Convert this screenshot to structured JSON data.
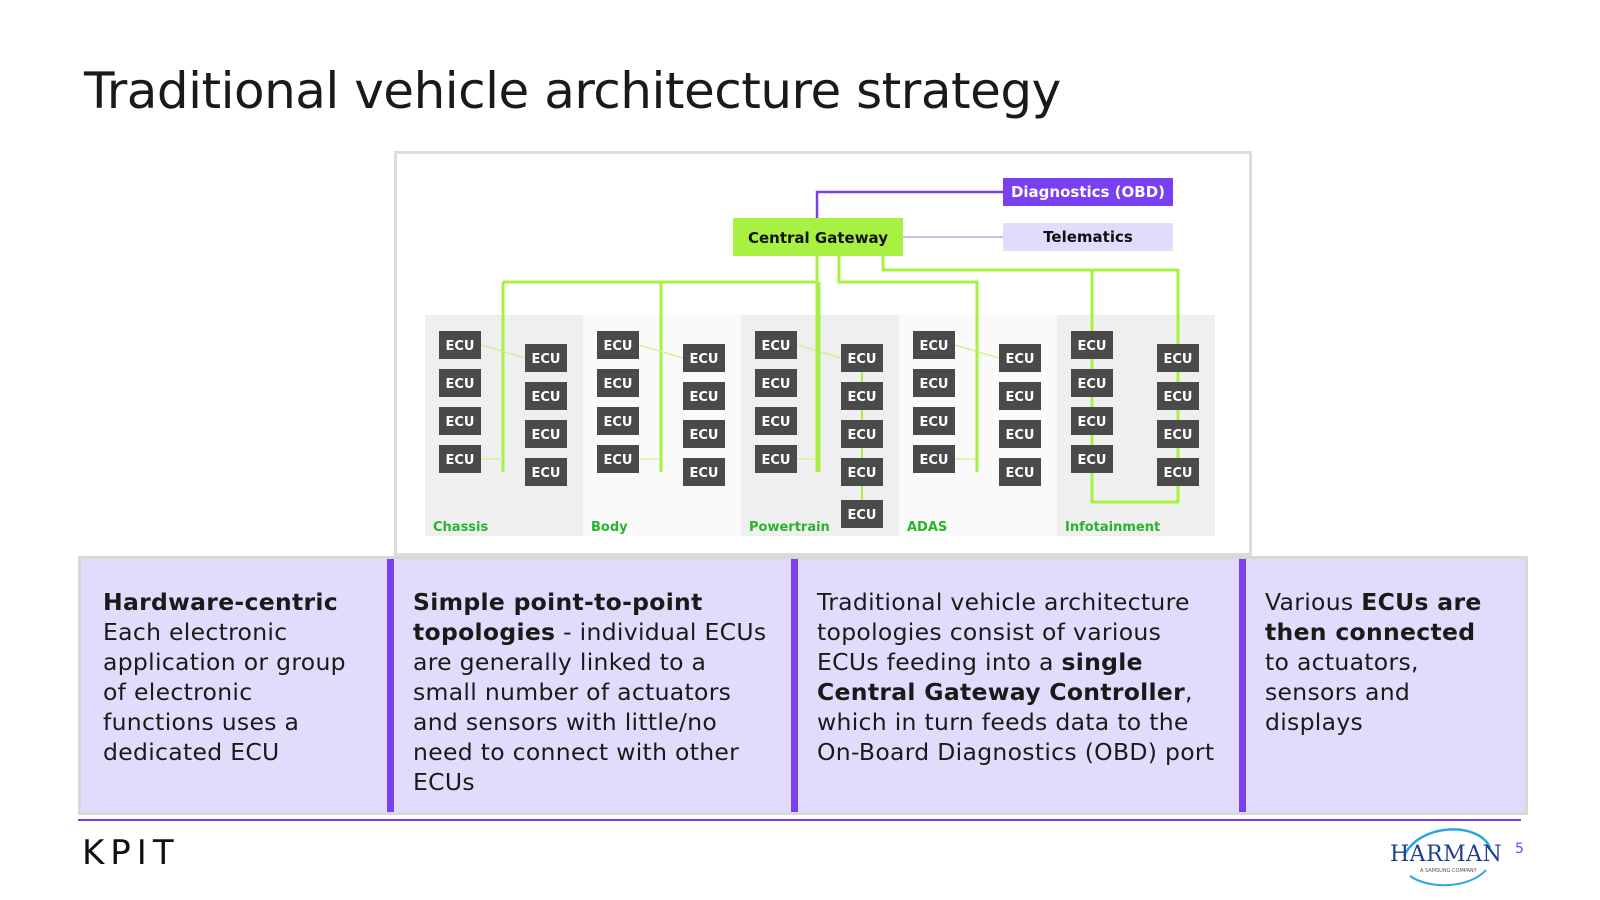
{
  "slide": {
    "title": "Traditional vehicle architecture strategy",
    "page_number": "5"
  },
  "diagram": {
    "gateway": "Central Gateway",
    "diagnostics": "Diagnostics (OBD)",
    "telematics": "Telematics",
    "ecu_label": "ECU",
    "domains": [
      {
        "name": "Chassis",
        "left_ecus": 4,
        "right_ecus": 4
      },
      {
        "name": "Body",
        "left_ecus": 4,
        "right_ecus": 4
      },
      {
        "name": "Powertrain",
        "left_ecus": 4,
        "right_ecus": 5
      },
      {
        "name": "ADAS",
        "left_ecus": 4,
        "right_ecus": 4
      },
      {
        "name": "Infotainment",
        "left_ecus": 4,
        "right_ecus": 4
      }
    ],
    "colors": {
      "bus_green": "#a8f041",
      "gateway_fill": "#a8f041",
      "obd_purple": "#7b3ff2",
      "telematics_fill": "#e3dbfb",
      "ecu_fill": "#4a4a4a",
      "domain_label": "#27b52a",
      "zone_gray": "#efefef"
    }
  },
  "panels": {
    "p1": {
      "bold": "Hardware-centric",
      "text": "Each electronic application or group of electronic functions uses a dedicated ECU"
    },
    "p2": {
      "bold": "Simple point-to-point topologies",
      "text": " - individual ECUs are generally linked to a small number of actuators and sensors with little/no need to connect with other ECUs"
    },
    "p3": {
      "pre": "Traditional vehicle architecture topologies consist of various ECUs feeding into a ",
      "bold": "single Central Gateway Controller",
      "post": ", which in turn feeds data to the On-Board Diagnostics (OBD) port"
    },
    "p4": {
      "pre": "Various ",
      "bold": "ECUs are then connected",
      "post": " to actuators, sensors and displays"
    }
  },
  "footer": {
    "left_logo": "KPIT",
    "right_logo": "HARMAN",
    "right_logo_sub": "A SAMSUNG COMPANY"
  }
}
